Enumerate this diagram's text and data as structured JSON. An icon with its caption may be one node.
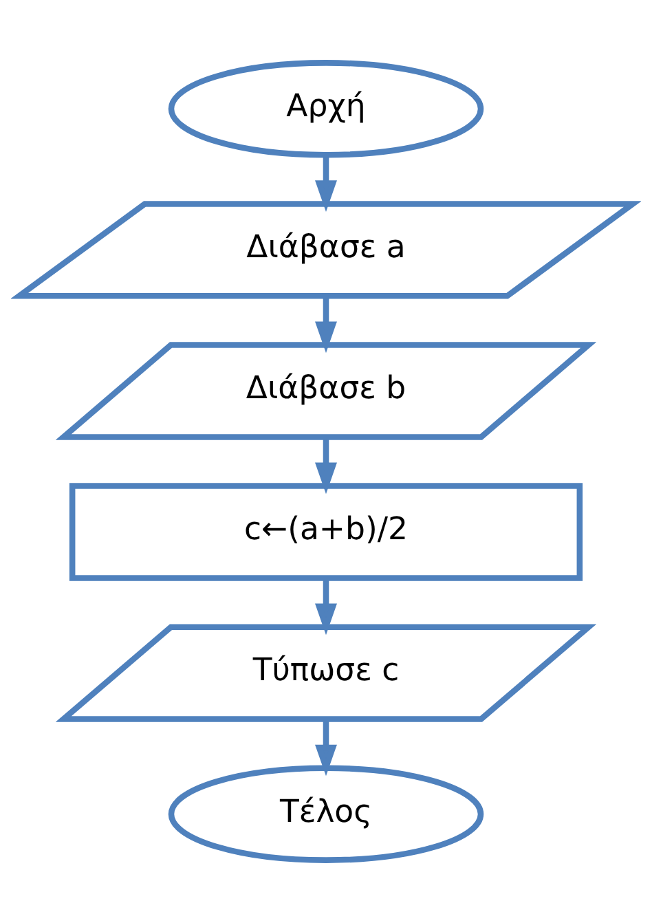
{
  "diagram": {
    "nodes": [
      {
        "text": [
          "Αρχή"
        ]
      },
      {
        "text": [
          "Διάβασε a"
        ]
      },
      {
        "text": [
          "Διάβασε b"
        ]
      },
      {
        "text": [
          "c←(a+b)/2"
        ]
      },
      {
        "text": [
          "Τύπωσε c"
        ]
      },
      {
        "text": [
          "Τέλος"
        ]
      }
    ],
    "edges": [
      {
        "from": 0,
        "to": 1,
        "arrow": "to"
      },
      {
        "from": 1,
        "to": 2,
        "arrow": "to"
      },
      {
        "from": 2,
        "to": 3,
        "arrow": "to"
      },
      {
        "from": 3,
        "to": 4,
        "arrow": "to"
      },
      {
        "from": 4,
        "to": 5,
        "arrow": "to"
      }
    ]
  }
}
